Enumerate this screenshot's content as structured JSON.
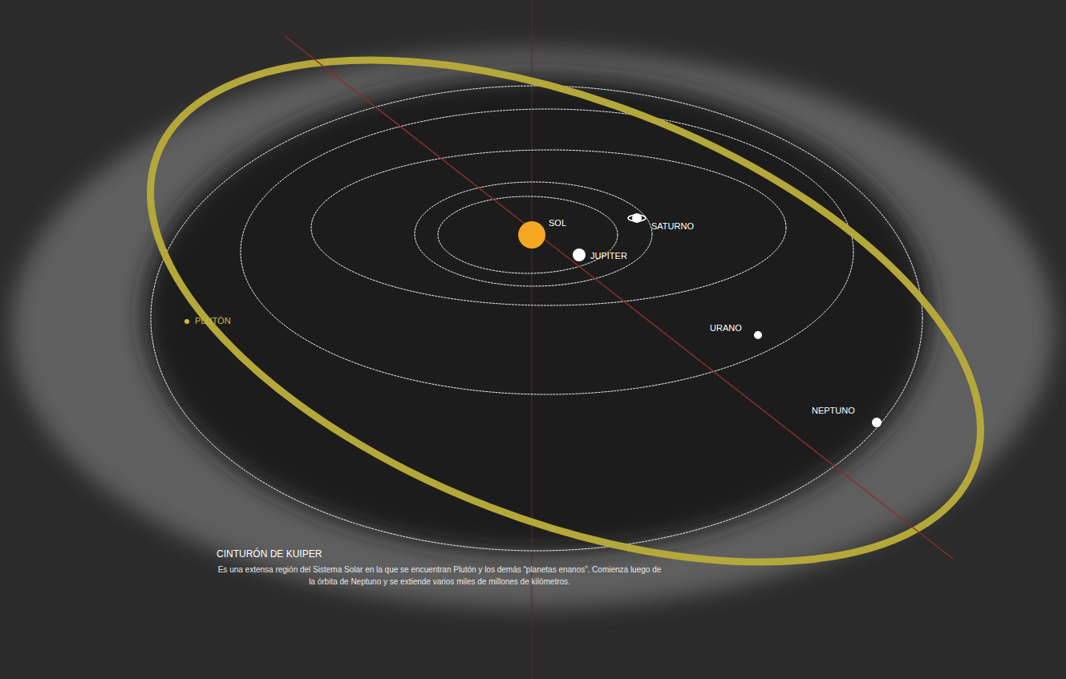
{
  "diagram": {
    "labels": [
      "SOL",
      "SATURNO",
      "JUPITER",
      "URANO",
      "NEPTUNO",
      "PLUTÓN",
      "CINTURÓN DE KUIPER",
      "Es una extensa región del Sistema Solar en la que se encuentran Plutón y los demás “planetas enanos”. Comienza luego de la órbita de Neptuno y se extiende varios miles de millones de kilómetros."
    ]
  }
}
